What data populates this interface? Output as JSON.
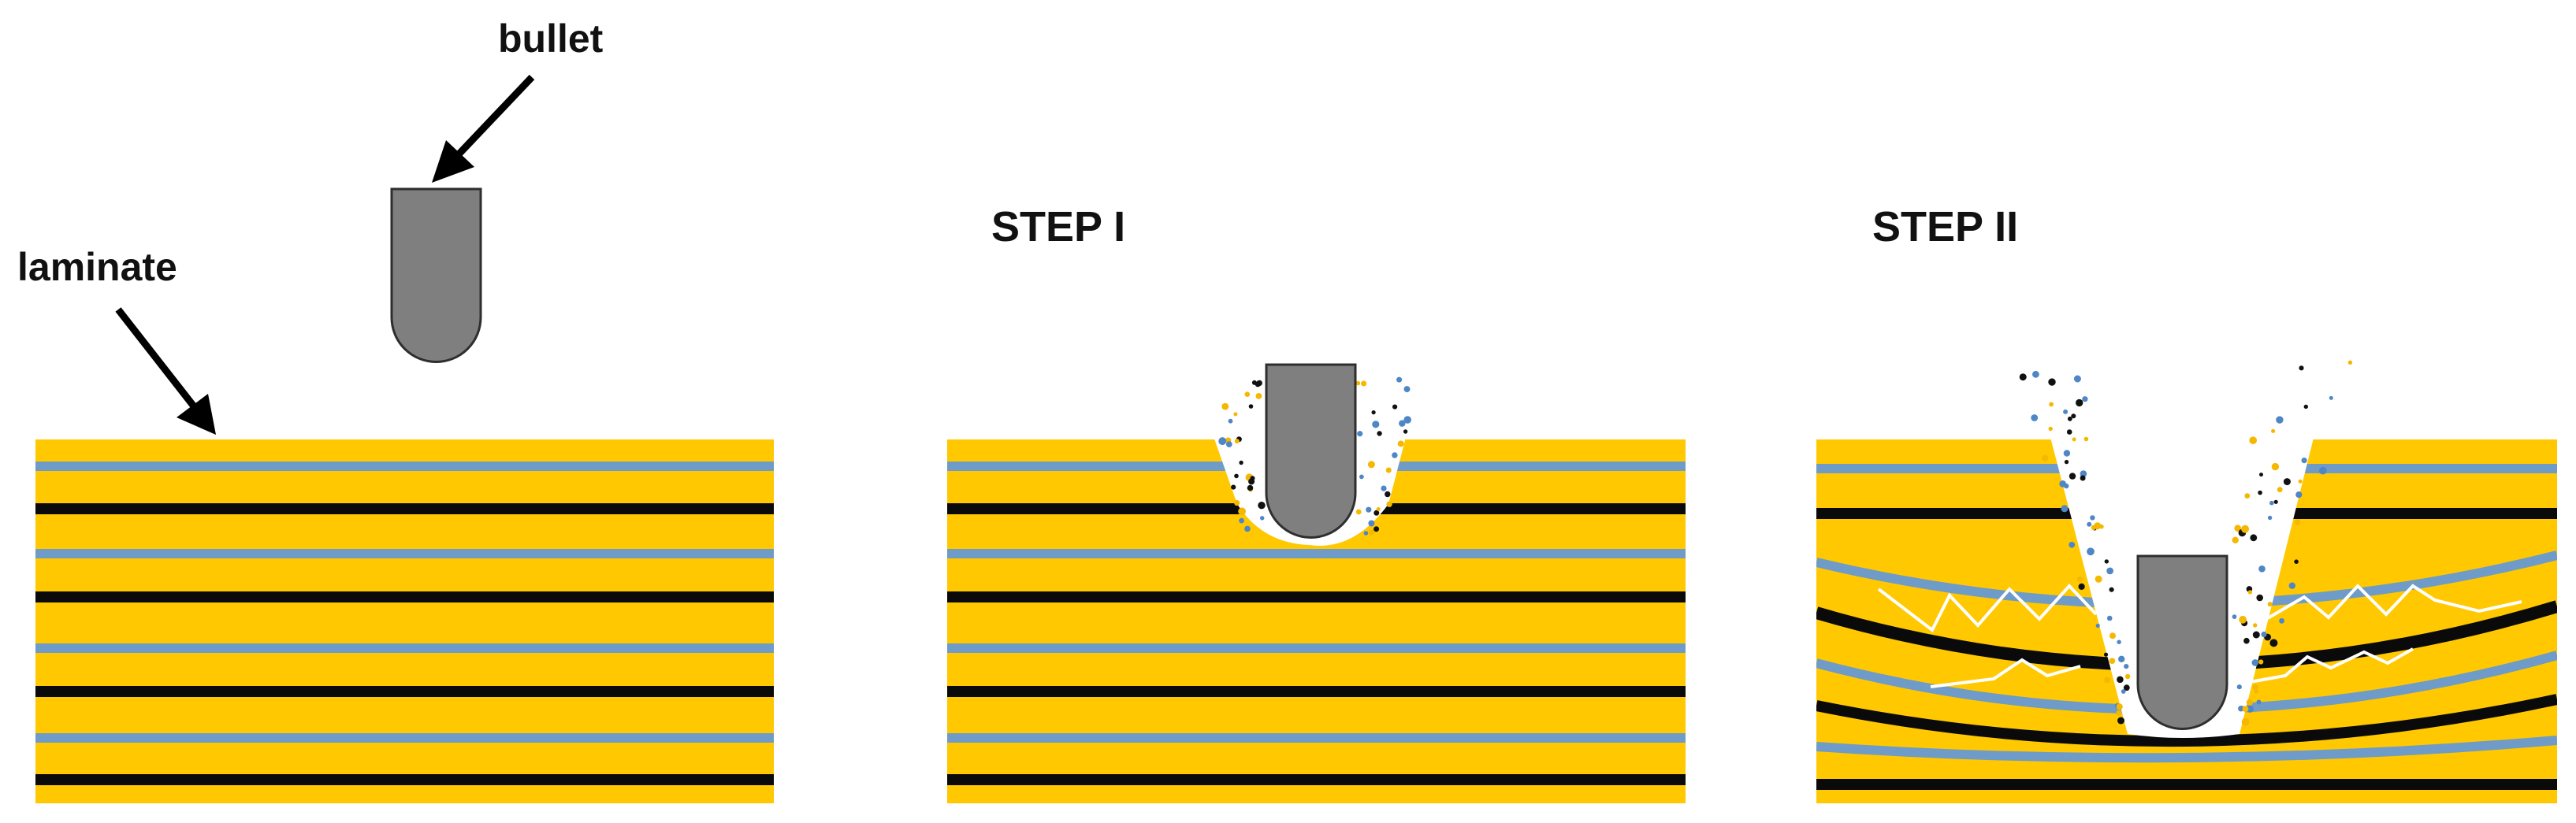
{
  "labels": {
    "bullet": "bullet",
    "laminate": "laminate",
    "step1": "STEP I",
    "step2": "STEP II"
  },
  "colors": {
    "laminate_fill": "#FFC800",
    "blue_fiber": "#6E9BC8",
    "black_fiber": "#0A0A0A",
    "bullet_fill": "#7F7F7F",
    "bullet_stroke": "#2E2E2E",
    "debris_yellow": "#F5B800",
    "debris_blue": "#4F86C6",
    "debris_black": "#111111",
    "crack": "#FFFFFF"
  }
}
